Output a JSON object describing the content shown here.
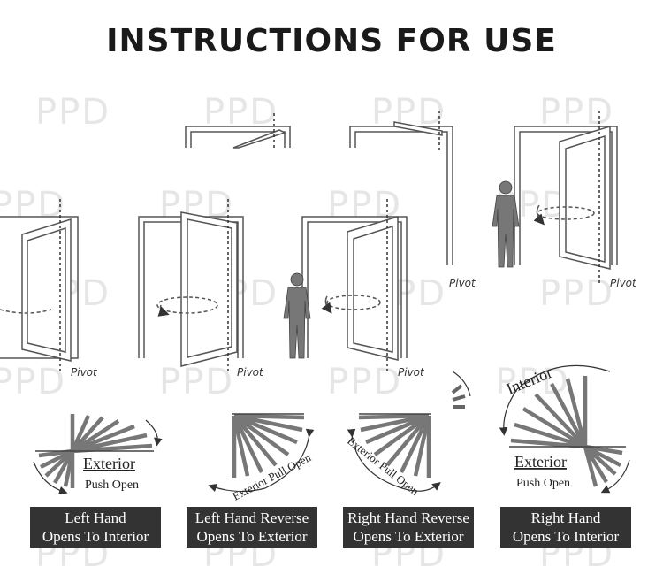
{
  "title": "INSTRUCTIONS FOR USE",
  "watermark": "PPD",
  "pivot_label": "Pivot",
  "colors": {
    "label_bg": "#333333",
    "label_text": "#ffffff",
    "line": "#555555",
    "title": "#1a1a1a"
  },
  "diagrams": [
    {
      "swing_text": "Exterior",
      "sub_text": "Push Open",
      "label_line1": "Left Hand",
      "label_line2": "Opens To Interior"
    },
    {
      "swing_text": "Exterior Pull Open",
      "label_line1": "Left Hand Reverse",
      "label_line2": "Opens To Exterior"
    },
    {
      "swing_text": "Exterior Pull Open",
      "label_line1": "Right Hand Reverse",
      "label_line2": "Opens To Exterior"
    },
    {
      "arc_text": "Interior",
      "swing_text": "Exterior",
      "sub_text": "Push Open",
      "label_line1": "Right Hand",
      "label_line2": "Opens To Interior"
    }
  ]
}
